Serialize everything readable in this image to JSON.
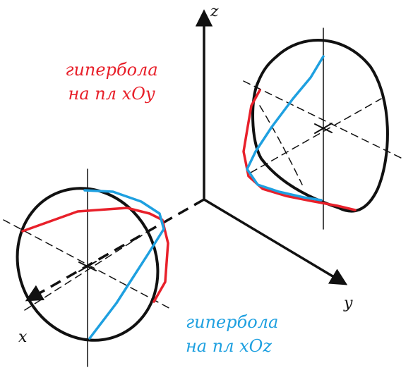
{
  "axes": {
    "z": "z",
    "y": "y",
    "x": "x"
  },
  "captions": {
    "xoy": {
      "line1": "гипербола",
      "line2": "на пл xOy"
    },
    "xoz": {
      "line1": "гипербола",
      "line2": "на пл xOz"
    }
  },
  "colors": {
    "ink": "#111111",
    "hyperbola_xoy": "#e8202a",
    "hyperbola_xoz": "#1ea0e0"
  }
}
